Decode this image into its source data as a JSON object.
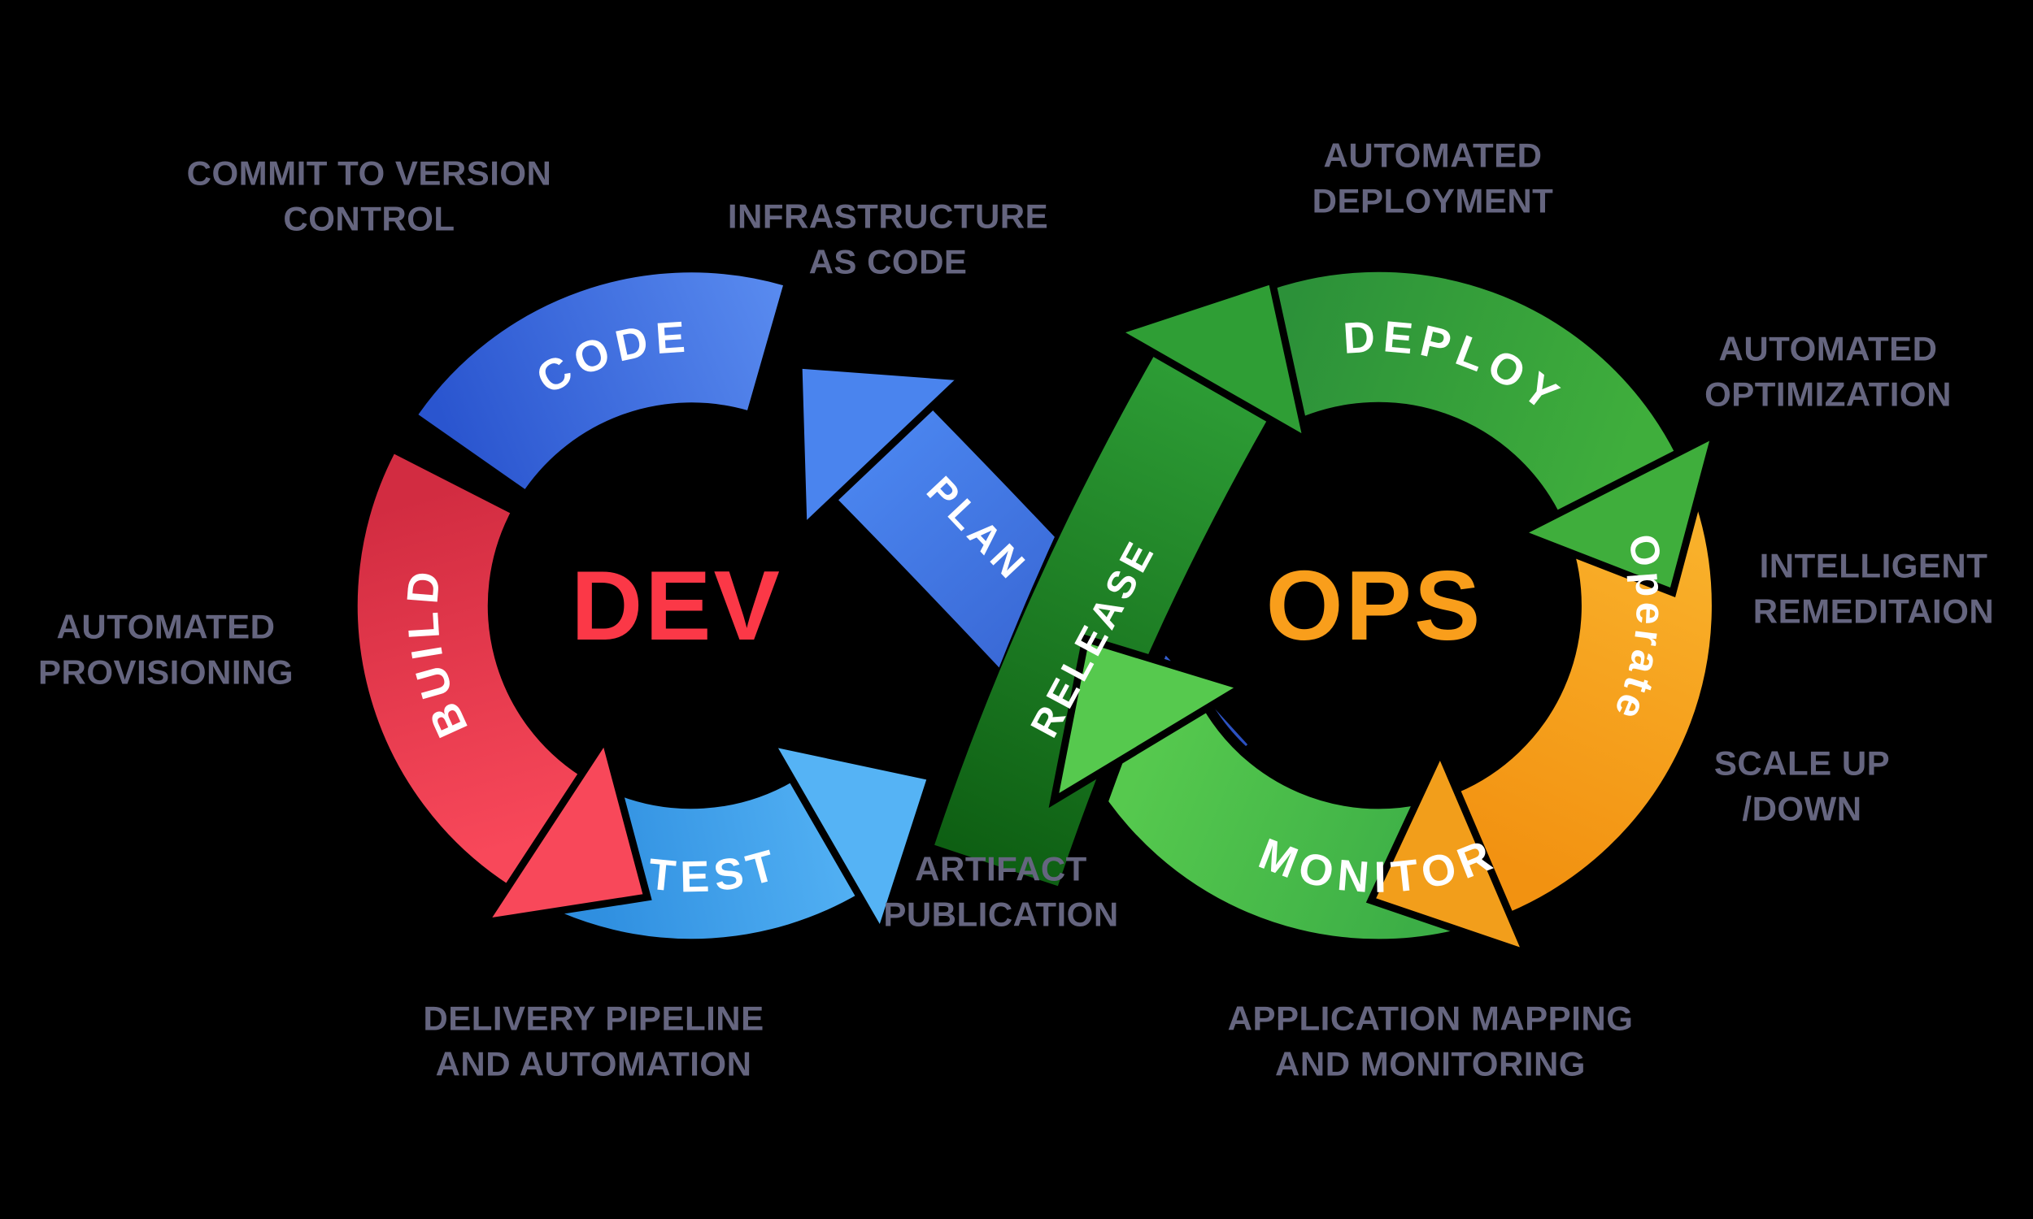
{
  "loops": {
    "dev": {
      "center_label": "DEV",
      "center_label_color": "#fb3847",
      "segments": {
        "code": {
          "label": "CODE",
          "color": "#3b6adf"
        },
        "build": {
          "label": "BUILD",
          "color": "#ef3d4e"
        },
        "test": {
          "label": "TEST",
          "color": "#3fa0ef"
        },
        "plan": {
          "label": "PLAN",
          "color": "#4577e8"
        }
      }
    },
    "ops": {
      "center_label": "OPS",
      "center_label_color": "#f99e1b",
      "segments": {
        "deploy": {
          "label": "DEPLOY",
          "color": "#2fa33b"
        },
        "operate": {
          "label": "Operate",
          "color": "#f7a51f"
        },
        "monitor": {
          "label": "MONITOR",
          "color": "#4fc848"
        },
        "release": {
          "label": "RELEASE",
          "color": "#157a1c"
        }
      }
    }
  },
  "annotations": [
    {
      "id": "commit-to-version-control",
      "lines": [
        "COMMIT TO VERSION",
        "CONTROL"
      ]
    },
    {
      "id": "infrastructure-as-code",
      "lines": [
        "INFRASTRUCTURE",
        "AS CODE"
      ]
    },
    {
      "id": "automated-deployment",
      "lines": [
        "AUTOMATED",
        "DEPLOYMENT"
      ]
    },
    {
      "id": "automated-optimization",
      "lines": [
        "AUTOMATED",
        "OPTIMIZATION"
      ]
    },
    {
      "id": "intelligent-remeditaion",
      "lines": [
        "INTELLIGENT",
        "REMEDITAION"
      ]
    },
    {
      "id": "scale-up-down",
      "lines": [
        "SCALE UP",
        "/DOWN"
      ]
    },
    {
      "id": "automated-provisioning",
      "lines": [
        "AUTOMATED",
        "PROVISIONING"
      ]
    },
    {
      "id": "artifact-publication",
      "lines": [
        "ARTIFACT",
        "PUBLICATION"
      ]
    },
    {
      "id": "delivery-pipeline-and-automation",
      "lines": [
        "DELIVERY PIPELINE",
        "AND AUTOMATION"
      ]
    },
    {
      "id": "application-mapping-and-monitoring",
      "lines": [
        "APPLICATION MAPPING",
        "AND MONITORING"
      ]
    }
  ],
  "colors": {
    "background": "#000000",
    "annotation_text": "#65657f"
  }
}
